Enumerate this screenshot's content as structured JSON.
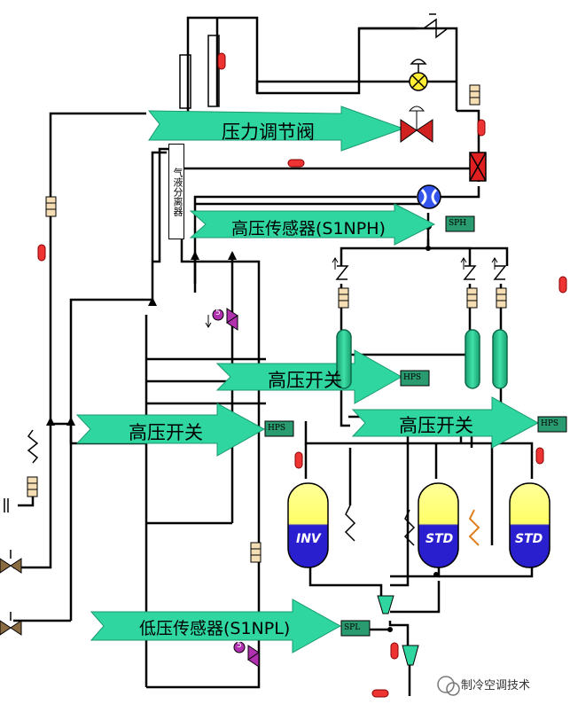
{
  "labels": {
    "pressure_valve": "压力调节阀",
    "hp_sensor": "高压传感器(S1NPH)",
    "hp_switch_left": "高压开关",
    "hp_switch_mid": "高压开关",
    "hp_switch_right": "高压开关",
    "lp_sensor": "低压传感器(S1NPL)",
    "separator": "气液分离器"
  },
  "badges": {
    "sph": "SPH",
    "hps_left": "HPS",
    "hps_mid": "HPS",
    "hps_right": "HPS",
    "spl": "SPL"
  },
  "compressors": {
    "inv": "INV",
    "std1": "STD",
    "std2": "STD"
  },
  "valve_numbers": {
    "sv_upper": "5",
    "sv_lower": "5"
  },
  "watermark": "制冷空调技术",
  "colors": {
    "arrow_fill": "#2fd6a0",
    "pipe": "#000000",
    "compressor_top": "#ffff88",
    "compressor_bottom": "#2a1fcf",
    "valve_red": "#d02020",
    "solenoid": "#b030b0"
  }
}
